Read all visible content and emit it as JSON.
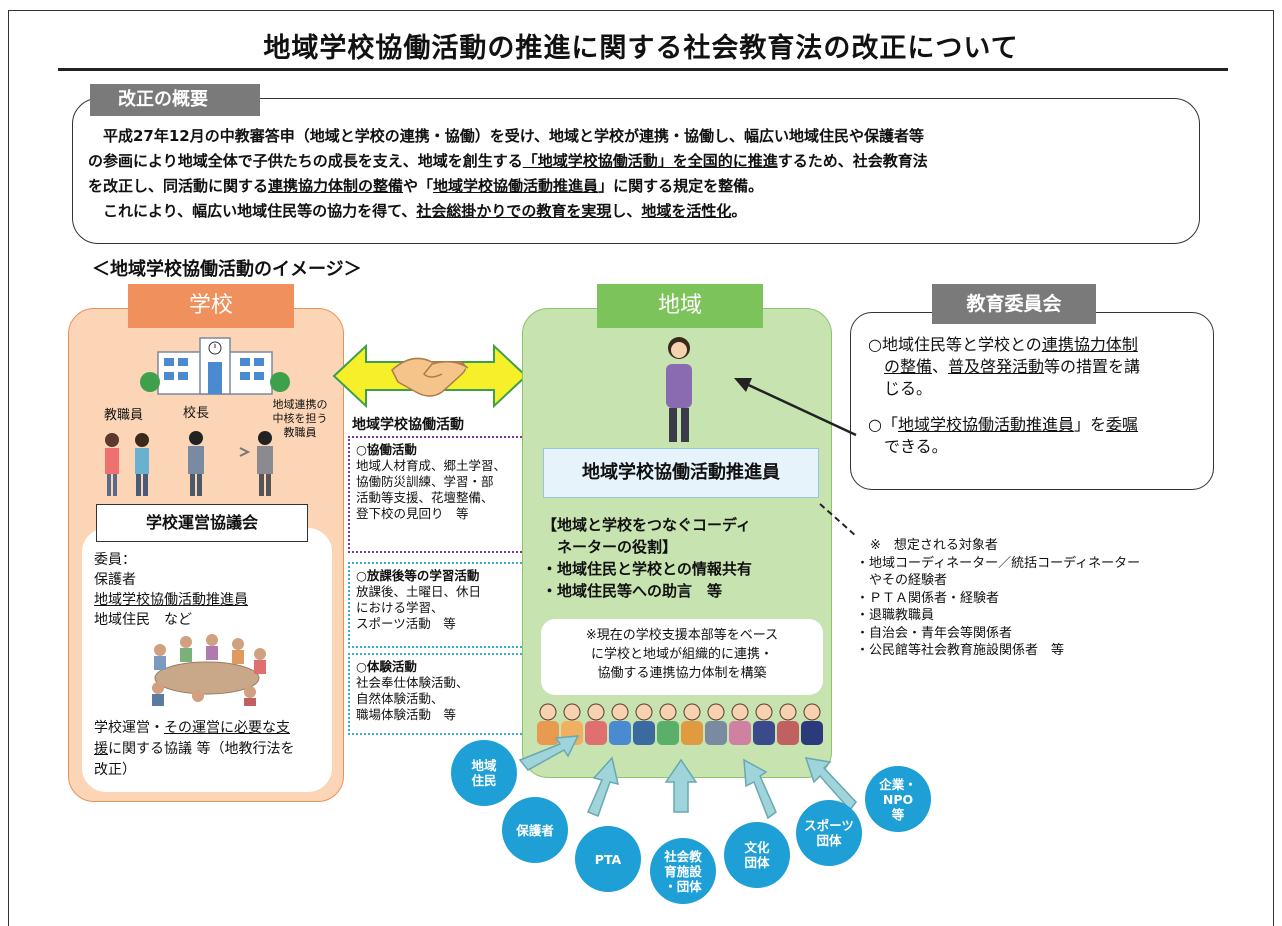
{
  "title": "地域学校協働活動の推進に関する社会教育法の改正について",
  "overview": {
    "tab": "改正の概要",
    "lines": [
      [
        {
          "t": "　平成27年12月の中教審答申（地域と学校の連携・協働）を受け、地域と学校が連携・協働し、幅広い地域住民や保護者等",
          "u": false
        }
      ],
      [
        {
          "t": "の参画により地域全体で子供たちの成長を支え、地域を創生する",
          "u": false
        },
        {
          "t": "「地域学校協働活動」を全国的に推進",
          "u": true
        },
        {
          "t": "するため、社会教育法",
          "u": false
        }
      ],
      [
        {
          "t": "を改正し、同活動に関する",
          "u": false
        },
        {
          "t": "連携協力体制の整備",
          "u": true
        },
        {
          "t": "や「",
          "u": false
        },
        {
          "t": "地域学校協働活動推進員",
          "u": true
        },
        {
          "t": "」に関する規定を整備。",
          "u": false
        }
      ],
      [
        {
          "t": "　これにより、幅広い地域住民等の協力を得て、",
          "u": false
        },
        {
          "t": "社会総掛かりでの教育を実現",
          "u": true
        },
        {
          "t": "し、",
          "u": false
        },
        {
          "t": "地域を活性化",
          "u": true
        },
        {
          "t": "。",
          "u": false
        }
      ]
    ]
  },
  "image_title": "＜地域学校協働活動のイメージ＞",
  "school": {
    "head": "学校",
    "staff_label": "教職員",
    "principal_label": "校長",
    "liaison_label_1": "地域連携の",
    "liaison_label_2": "中核を担う",
    "liaison_label_3": "教職員",
    "council_title": "学校運営協議会",
    "members_label": "委員：",
    "member_1": "保護者",
    "member_2": "地域学校協働活動推進員",
    "member_3": "地域住民　など",
    "desc_1a": "学校運営・",
    "desc_1b": "その運営に必要な支",
    "desc_2a": "援",
    "desc_2b": "に関する協議 等（地教行法を",
    "desc_3": "改正）"
  },
  "activities": {
    "title": "地域学校協働活動",
    "box1": {
      "head": "○協働活動",
      "lines": [
        "地域人材育成、郷土学習、",
        "協働防災訓練、学習・部",
        "活動等支援、花壇整備、",
        "登下校の見回り　等"
      ]
    },
    "box2": {
      "head": "○放課後等の学習活動",
      "lines": [
        "放課後、土曜日、休日",
        "における学習、",
        "スポーツ活動　等"
      ]
    },
    "box3": {
      "head": "○体験活動",
      "lines": [
        "社会奉仕体験活動、",
        "自然体験活動、",
        "職場体験活動　等"
      ]
    }
  },
  "community": {
    "head": "地域",
    "coordinator": "地域学校協働活動推進員",
    "role_1": "【地域と学校をつなぐコーディ",
    "role_2": "　ネーターの役割】",
    "role_3": "・地域住民と学校との情報共有",
    "role_4": "・地域住民等への助言　等",
    "note_1": "※現在の学校支援本部等をベース",
    "note_2": "に学校と地域が組織的に連携・",
    "note_3": "協働する連携協力体制を構築"
  },
  "board": {
    "head": "教育委員会",
    "l1a": "○地域住民等と学校との",
    "l1b": "連携協力体制",
    "l2a": "の整備",
    "l2b": "、",
    "l2c": "普及啓発活動",
    "l2d": "等の措置を講",
    "l3": "じる。",
    "l4a": "○「",
    "l4b": "地域学校協働活動推進員",
    "l4c": "」を",
    "l4d": "委嘱",
    "l5": "できる。"
  },
  "targets": {
    "head": "※　想定される対象者",
    "items": [
      "・地域コーディネーター／統括コーディネーター",
      "　やその経験者",
      "・ＰＴＡ関係者・経験者",
      "・退職教職員",
      "・自治会・青年会等関係者",
      "・公民館等社会教育施設関係者　等"
    ]
  },
  "circles": {
    "c1": [
      "地域",
      "住民"
    ],
    "c2": [
      "保護者"
    ],
    "c3": [
      "PTA"
    ],
    "c4": [
      "社会教",
      "育施設",
      "・団体"
    ],
    "c5": [
      "文化",
      "団体"
    ],
    "c6": [
      "スポーツ",
      "団体"
    ],
    "c7": [
      "企業・",
      "NPO",
      "等"
    ]
  },
  "colors": {
    "school_fill": "#fbd5b5",
    "school_head": "#f0905c",
    "community_fill": "#c6e3b0",
    "community_head": "#7cc45a",
    "circle": "#1e9fd6",
    "board_head": "#7a7a7a",
    "handshake_arrow": "#f6ef2a"
  }
}
